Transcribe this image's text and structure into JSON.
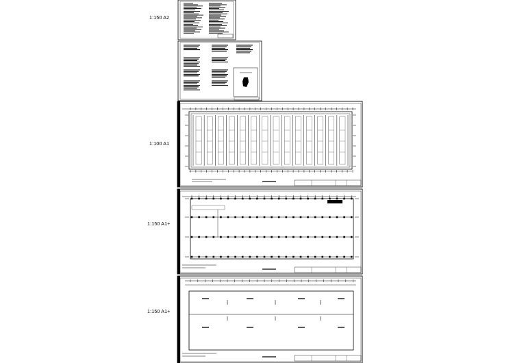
{
  "sheets": [
    {
      "id": "sheet-1",
      "scale_label": "1:150 A2",
      "type": "notes"
    },
    {
      "id": "sheet-2",
      "scale_label": "",
      "type": "details"
    },
    {
      "id": "sheet-3",
      "scale_label": "1:100 A1",
      "type": "plan-bays"
    },
    {
      "id": "sheet-4",
      "scale_label": "1:150 A1+",
      "type": "plan-grid"
    },
    {
      "id": "sheet-5",
      "scale_label": "1:150 A1+",
      "type": "plan-two-bay"
    }
  ]
}
